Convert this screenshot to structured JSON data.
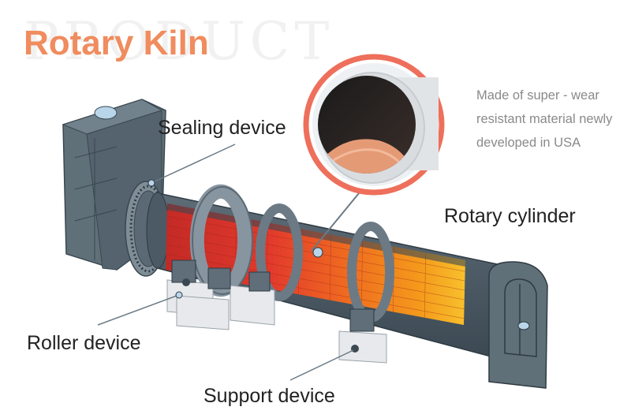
{
  "header": {
    "watermark": "PRODUCT",
    "title": "Rotary Kiln"
  },
  "labels": {
    "sealing": "Sealing device",
    "cylinder": "Rotary cylinder",
    "roller": "Roller device",
    "support": "Support device"
  },
  "note": {
    "lines": [
      "Made of super - wear",
      "resistant material newly",
      "developed in USA"
    ]
  },
  "colors": {
    "title": "#f08c5e",
    "body_steel": "#4b5a65",
    "frame_steel": "#5f6e79",
    "hot_red": "#d8352a",
    "hot_orange": "#f49a1c",
    "hot_yellow": "#f8c02c",
    "support_block": "#e7e9ec",
    "callout_ring": "#ee6f5b"
  }
}
